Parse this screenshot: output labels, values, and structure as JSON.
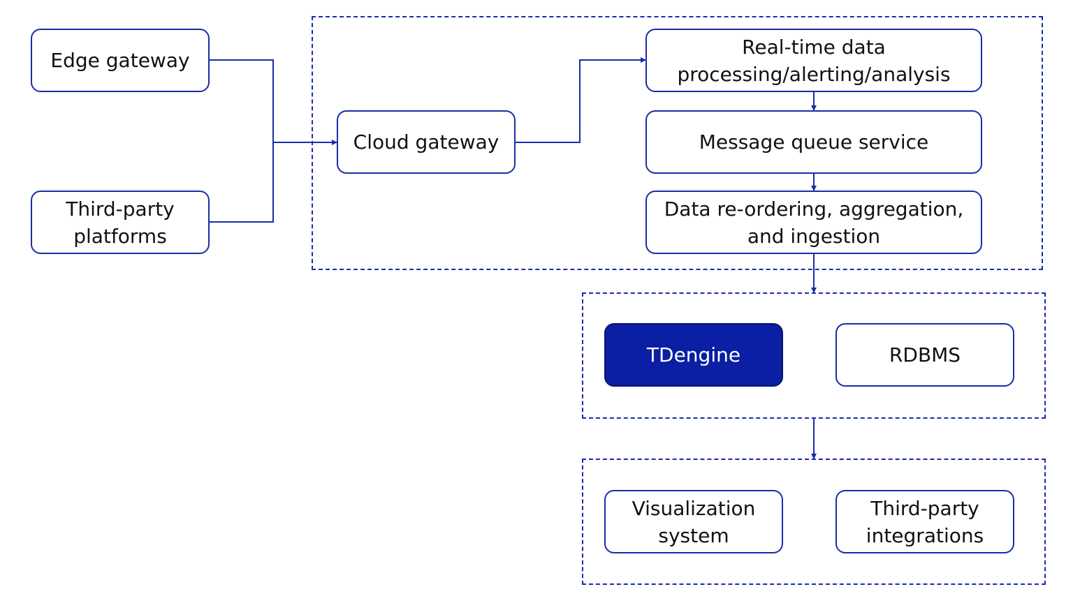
{
  "colors": {
    "accent": "#1a2ca8",
    "highlight_fill": "#0a1fa4",
    "text": "#111111"
  },
  "nodes": {
    "edge_gateway": "Edge gateway",
    "third_party_platforms": "Third-party\nplatforms",
    "cloud_gateway": "Cloud gateway",
    "realtime_processing": "Real-time data\nprocessing/alerting/analysis",
    "message_queue": "Message queue service",
    "data_reordering": "Data re-ordering, aggregation,\nand ingestion",
    "tdengine": "TDengine",
    "rdbms": "RDBMS",
    "visualization": "Visualization\nsystem",
    "third_party_integrations": "Third-party\nintegrations"
  }
}
